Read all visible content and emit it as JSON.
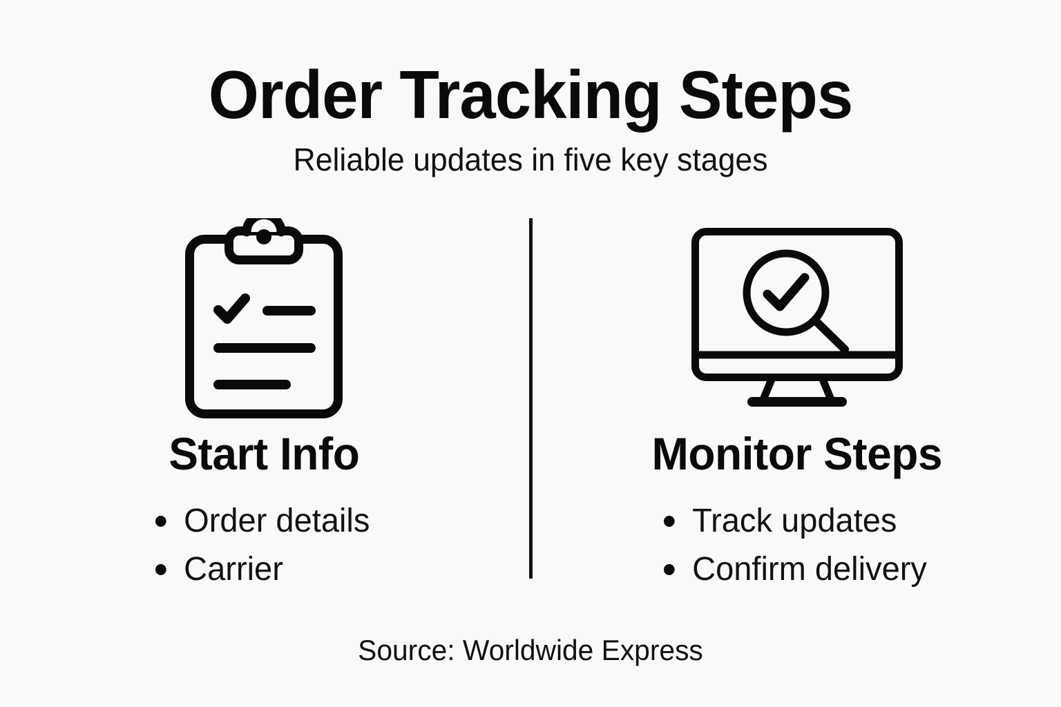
{
  "header": {
    "title": "Order Tracking Steps",
    "subtitle": "Reliable updates in five key stages"
  },
  "columns": [
    {
      "icon": "clipboard-checklist-icon",
      "heading": "Start Info",
      "bullets": [
        "Order details",
        "Carrier"
      ]
    },
    {
      "icon": "monitor-magnifier-check-icon",
      "heading": "Monitor Steps",
      "bullets": [
        "Track updates",
        "Confirm delivery"
      ]
    }
  ],
  "footer": {
    "source": "Source: Worldwide Express"
  },
  "colors": {
    "background": "#faf9f7",
    "ink": "#0a0a0a",
    "divider": "#111111"
  }
}
